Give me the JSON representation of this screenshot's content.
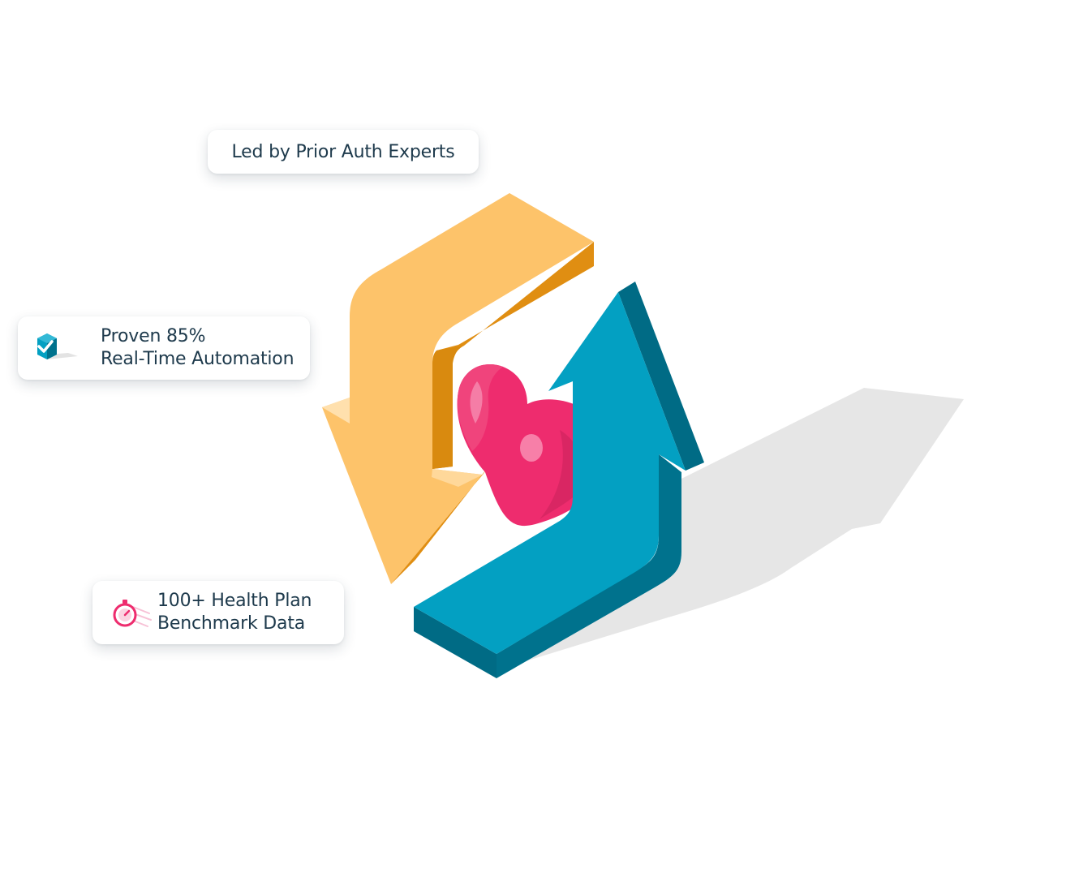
{
  "cards": {
    "experts": {
      "label": "Led by Prior Auth Experts"
    },
    "automation": {
      "line1": "Proven 85%",
      "line2": "Real-Time Automation",
      "icon": "checkbox-cube-icon"
    },
    "benchmark": {
      "line1": "100+ Health Plan",
      "line2": "Benchmark Data",
      "icon": "stopwatch-icon"
    }
  },
  "illustration": {
    "down_arrow_color": "#FDC36A",
    "up_arrow_color": "#03A0C2",
    "heart_color": "#EE2C6E",
    "shadow_color": "#E5E5E5"
  }
}
